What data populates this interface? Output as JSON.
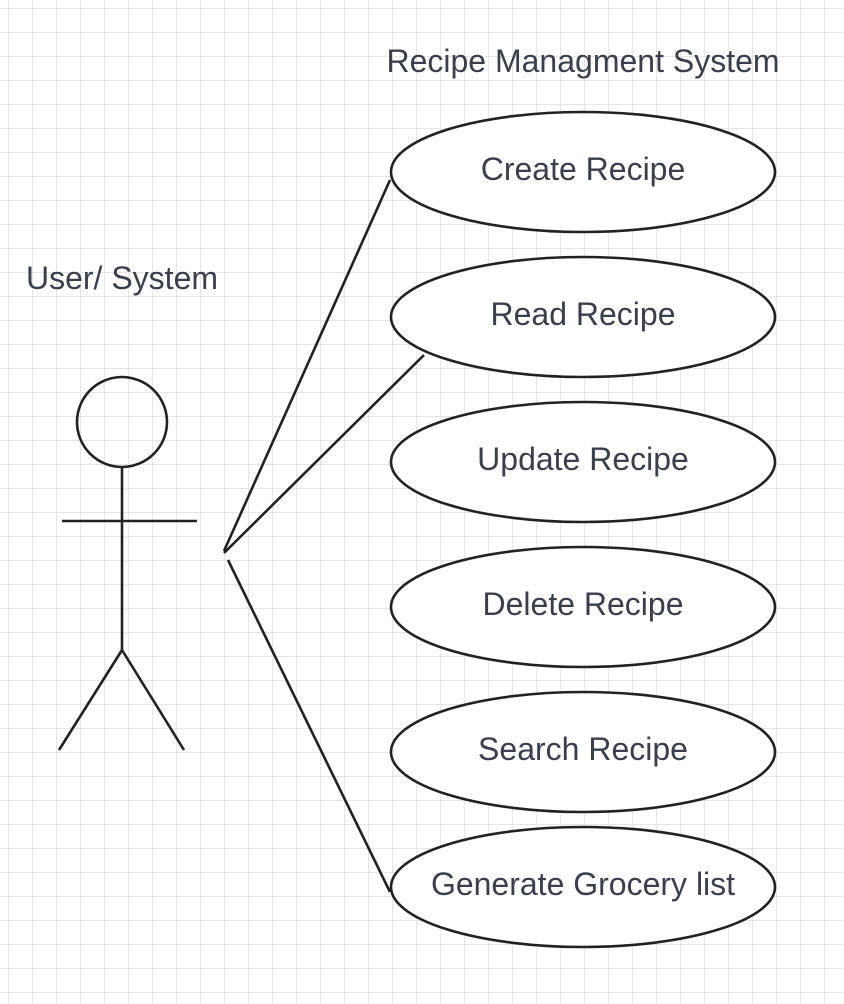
{
  "system": {
    "title": "Recipe Managment System"
  },
  "actor": {
    "label": "User/ System"
  },
  "use_cases": [
    {
      "label": "Create Recipe",
      "linked_to_actor": true
    },
    {
      "label": "Read Recipe",
      "linked_to_actor": true
    },
    {
      "label": "Update Recipe",
      "linked_to_actor": false
    },
    {
      "label": "Delete Recipe",
      "linked_to_actor": false
    },
    {
      "label": "Search Recipe",
      "linked_to_actor": false
    },
    {
      "label": "Generate Grocery list",
      "linked_to_actor": true
    }
  ],
  "colors": {
    "text": "#3a3f4b",
    "stroke": "#222222",
    "grid": "#e6e6e6",
    "background": "#ffffff"
  }
}
